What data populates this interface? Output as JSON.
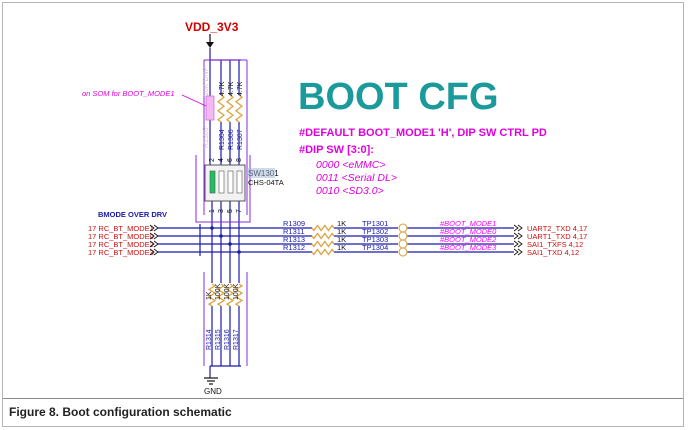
{
  "power": {
    "rail": "VDD_3V3",
    "ground": "GND"
  },
  "title": {
    "heading": "BOOT CFG",
    "default_note": "#DEFAULT BOOT_MODE1 'H', DIP SW CTRL PD",
    "dip_heading": "#DIP SW [3:0]:",
    "modes": [
      "0000 <eMMC>",
      "0011 <Serial DL>",
      "0010 <SD3.0>"
    ]
  },
  "som_note": "on SOM for BOOT_MODE1",
  "dnp_label": "10K DNP",
  "dnp_ref": "R1305",
  "pullup_refs": [
    "R1304",
    "R1306",
    "R1307"
  ],
  "pullup_values": [
    "4.7K",
    "4.7K",
    "4.7K"
  ],
  "switch": {
    "ref": "SW1301",
    "part": "CHS-04TA",
    "pins_top": [
      "2",
      "4",
      "6",
      "8"
    ],
    "pins_bottom": [
      "1",
      "3",
      "5",
      "7"
    ]
  },
  "bus_label": "BMODE OVER DRV",
  "inputs": [
    "17 RC_BT_MODE1",
    "17 RC_BT_MODE0",
    "17 RC_BT_MODE2",
    "17 RC_BT_MODE3"
  ],
  "series_refs": [
    "R1309",
    "R1311",
    "R1313",
    "R1312"
  ],
  "series_values": [
    "1K",
    "1K",
    "1K",
    "1K"
  ],
  "testpoints": [
    "TP1301",
    "TP1302",
    "TP1303",
    "TP1304"
  ],
  "net_names": [
    "#BOOT_MODE1",
    "#BOOT_MODE0",
    "#BOOT_MODE2",
    "#BOOT_MODE3"
  ],
  "outputs": [
    "UART2_TXD 4,17",
    "UART1_TXD 4,17",
    "SAI1_TXFS 4,12",
    "SAI1_TXD 4,12"
  ],
  "pulldown_values": [
    "1K",
    "100K",
    "100K",
    "100K"
  ],
  "pulldown_refs": [
    "R1314",
    "R1315",
    "R1316",
    "R1317"
  ],
  "caption": "Figure 8.  Boot configuration schematic",
  "colors": {
    "wire": "#1a1aa8",
    "bus": "#8a2be2",
    "ref": "#1a1aa8",
    "value": "#111111",
    "title": "#1a9a9a",
    "note": "#e000e0",
    "net": "#ff00ff",
    "power": "#d00000",
    "signal": "#cc1111",
    "resistor": "#d9a441"
  }
}
